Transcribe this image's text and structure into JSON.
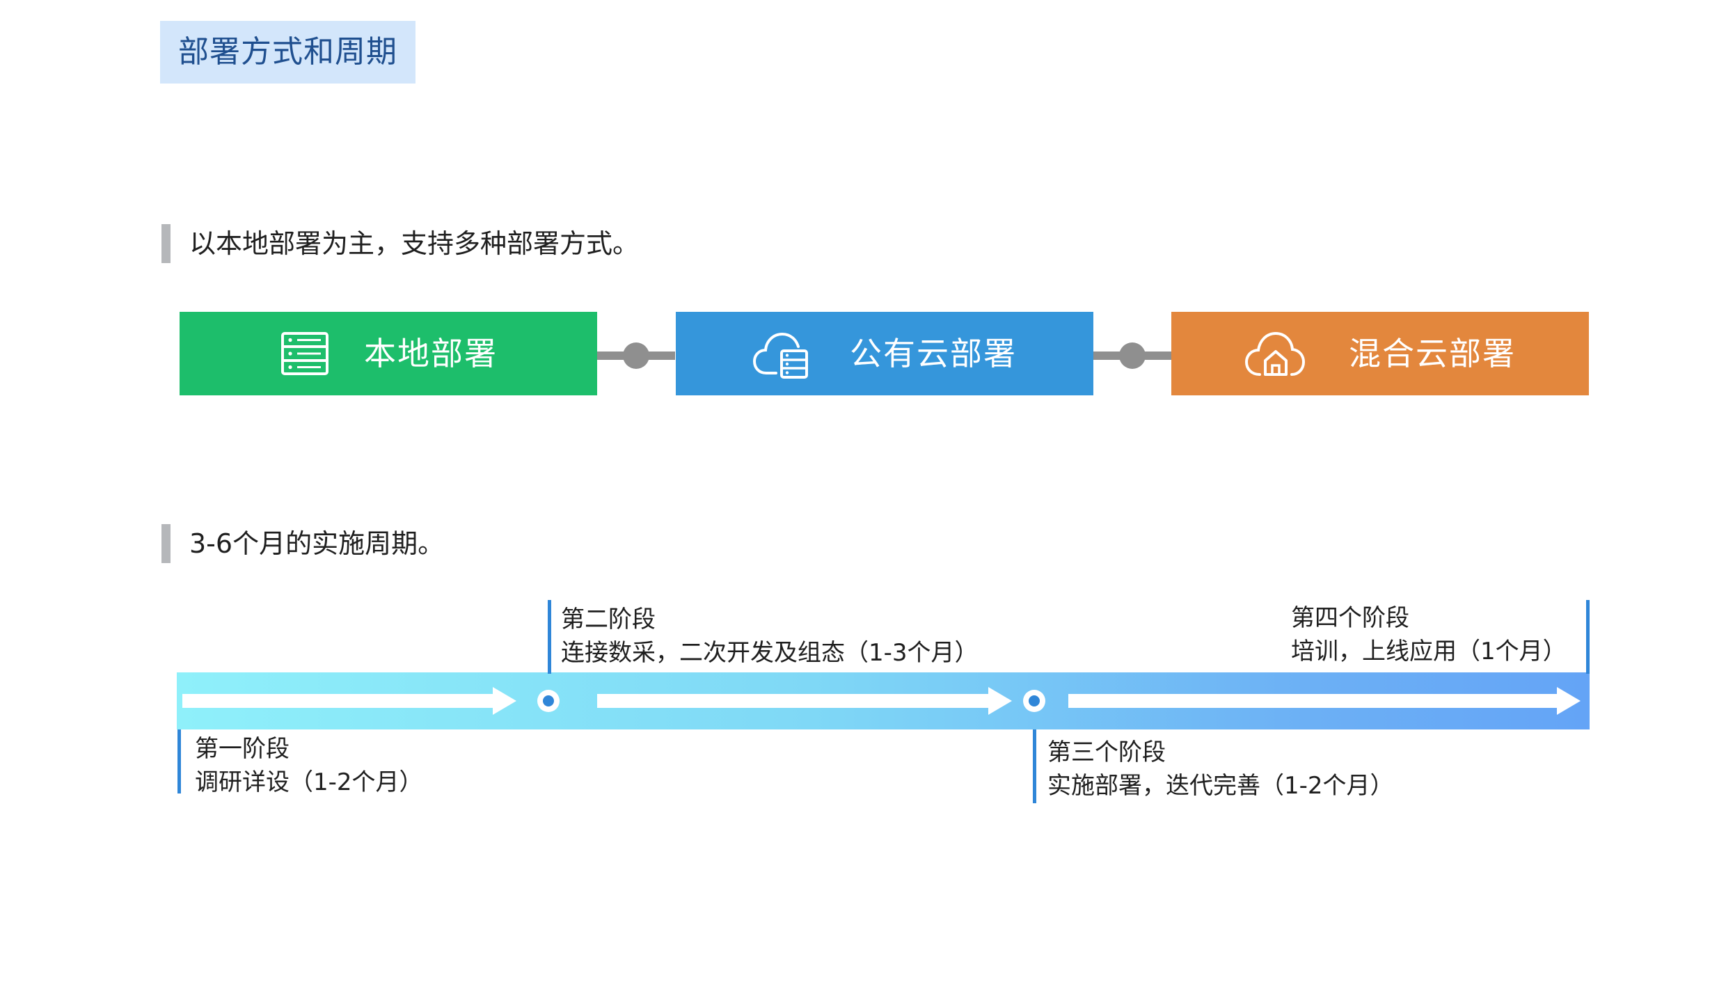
{
  "title": "部署方式和周期",
  "section_deploy": {
    "heading": "以本地部署为主，支持多种部署方式。"
  },
  "deploy_options": [
    {
      "label": "本地部署",
      "icon": "server-icon",
      "color": "#1dbe6b"
    },
    {
      "label": "公有云部署",
      "icon": "cloud-server-icon",
      "color": "#3596db"
    },
    {
      "label": "混合云部署",
      "icon": "cloud-home-icon",
      "color": "#e3873d"
    }
  ],
  "section_cycle": {
    "heading": "3-6个月的实施周期。"
  },
  "stages": [
    {
      "name": "第一阶段",
      "desc": "调研详设（1-2个月）"
    },
    {
      "name": "第二阶段",
      "desc": "连接数采，二次开发及组态（1-3个月）"
    },
    {
      "name": "第三个阶段",
      "desc": "实施部署，迭代完善（1-2个月）"
    },
    {
      "name": "第四个阶段",
      "desc": "培训，上线应用（1个月）"
    }
  ],
  "colors": {
    "title_bg": "#d3e6fb",
    "connector": "#8f8f8f",
    "timeline_start": "#8ff0fa",
    "timeline_end": "#64a4f6",
    "stage_marker": "#2f86d8"
  }
}
